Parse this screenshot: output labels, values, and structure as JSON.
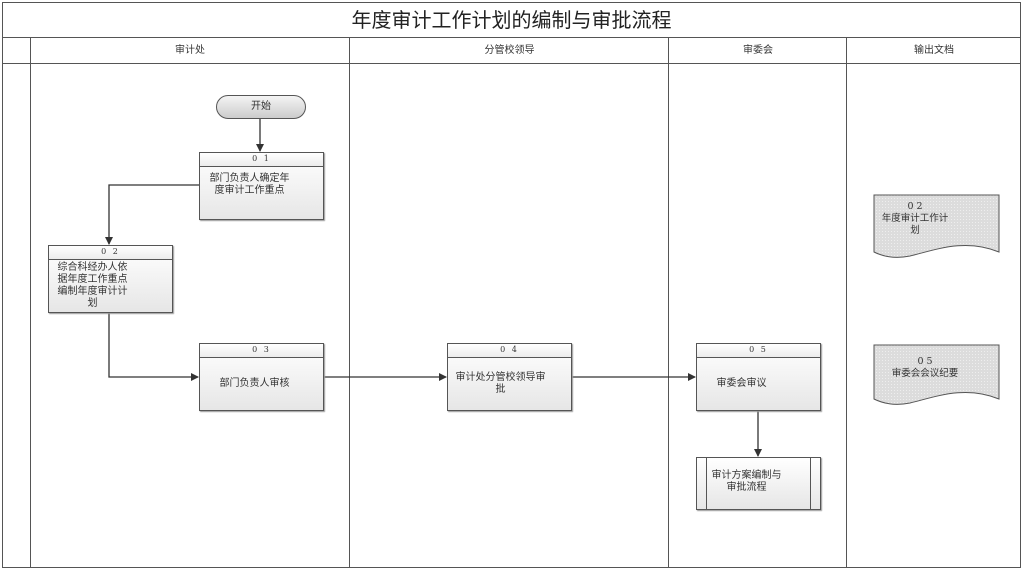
{
  "title": "年度审计工作计划的编制与审批流程",
  "lanes": [
    "审计处",
    "分管校领导",
    "审委会",
    "输出文档"
  ],
  "start": {
    "label": "开始"
  },
  "steps": [
    {
      "num": "0 1",
      "text": "部门负责人确定年度审计工作重点"
    },
    {
      "num": "0 2",
      "text": "综合科经办人依据年度工作重点编制年度审计计划"
    },
    {
      "num": "0 3",
      "text": "部门负责人审核"
    },
    {
      "num": "0 4",
      "text": "审计处分管校领导审批"
    },
    {
      "num": "0 5",
      "text": "审委会审议"
    }
  ],
  "subprocess": {
    "text": "审计方案编制与审批流程"
  },
  "documents": [
    {
      "num": "0 2",
      "text": "年度审计工作计划"
    },
    {
      "num": "0 5",
      "text": "审委会会议纪要"
    }
  ]
}
